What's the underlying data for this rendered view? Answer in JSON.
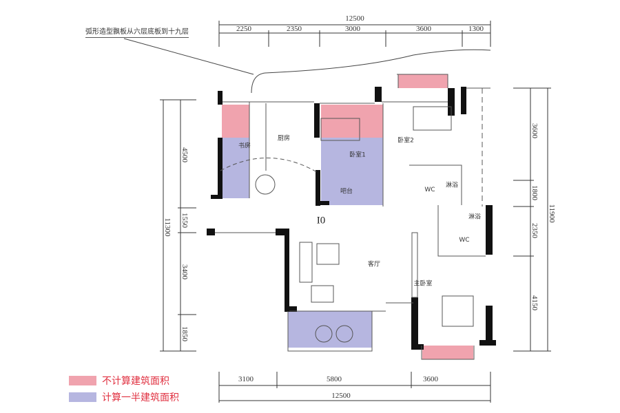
{
  "note": "弧形造型飘板从六层底板到十九层",
  "unit_label": "I0",
  "dimensions": {
    "top_total": "12500",
    "top": [
      "2250",
      "2350",
      "3000",
      "3600",
      "1300"
    ],
    "left_total": "11300",
    "left": [
      "4500",
      "1550",
      "3400",
      "1850"
    ],
    "right_total": "11900",
    "right": [
      "3600",
      "1800",
      "2350",
      "4150"
    ],
    "bottom": [
      "3100",
      "5800",
      "3600"
    ],
    "bottom_total": "12500"
  },
  "rooms": {
    "study": "书房",
    "kitchen": "厨房",
    "bedroom1": "卧室1",
    "bedroom2": "卧室2",
    "bar": "吧台",
    "wc1": "WC",
    "shower1": "淋浴",
    "shower2": "淋浴",
    "wc2": "WC",
    "living": "客厅",
    "master": "主卧室"
  },
  "legend": [
    {
      "label": "不计算建筑面积",
      "color": "#f0a3ae"
    },
    {
      "label": "计算一半建筑面积",
      "color": "#b6b6e0"
    }
  ]
}
